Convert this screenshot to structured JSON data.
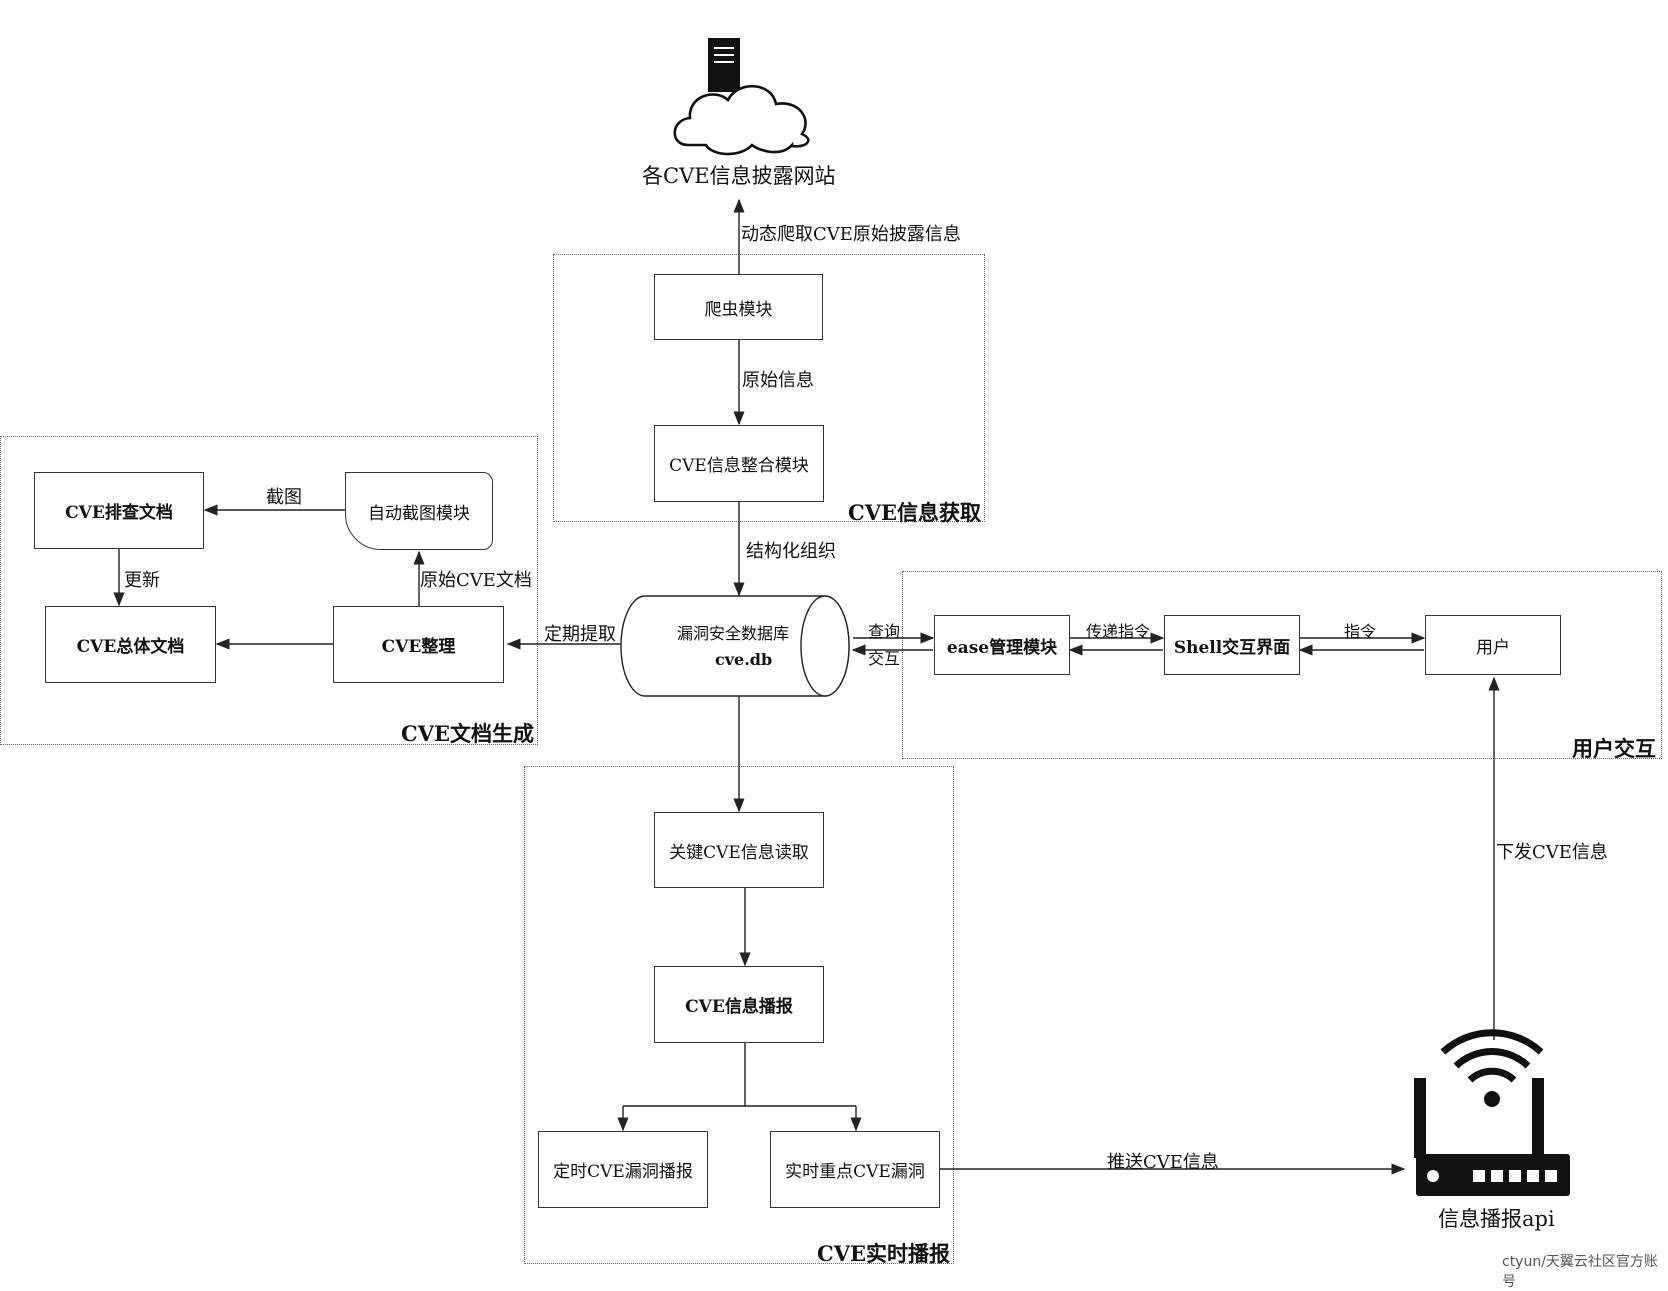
{
  "top": {
    "site_label": "各CVE信息披露网站",
    "fetch_label": "动态爬取CVE原始披露信息"
  },
  "groups": {
    "acquire": "CVE信息获取",
    "docgen": "CVE文档生成",
    "interact": "用户交互",
    "broadcast": "CVE实时播报"
  },
  "boxes": {
    "crawler": "爬虫模块",
    "integrate": "CVE信息整合模块",
    "check_doc": "CVE排查文档",
    "screenshot": "自动截图模块",
    "overall_doc": "CVE总体文档",
    "organize": "CVE整理",
    "db_name": "漏洞安全数据库",
    "db_file": "cve.db",
    "ease": "ease管理模块",
    "shell": "Shell交互界面",
    "user": "用户",
    "key_read": "关键CVE信息读取",
    "broadcast": "CVE信息播报",
    "timed": "定时CVE漏洞播报",
    "realtime": "实时重点CVE漏洞"
  },
  "edges": {
    "raw_info": "原始信息",
    "structured": "结构化组织",
    "screenshot": "截图",
    "update": "更新",
    "raw_doc": "原始CVE文档",
    "periodic": "定期提取",
    "query": "查询",
    "interact": "交互",
    "pass_cmd": "传递指令",
    "cmd": "指令",
    "push": "推送CVE信息",
    "send": "下发CVE信息"
  },
  "api_label": "信息播报api",
  "watermark": "ctyun/天翼云社区官方账号",
  "icons": [
    "server-icon",
    "cloud-icon",
    "wifi-router-icon"
  ]
}
